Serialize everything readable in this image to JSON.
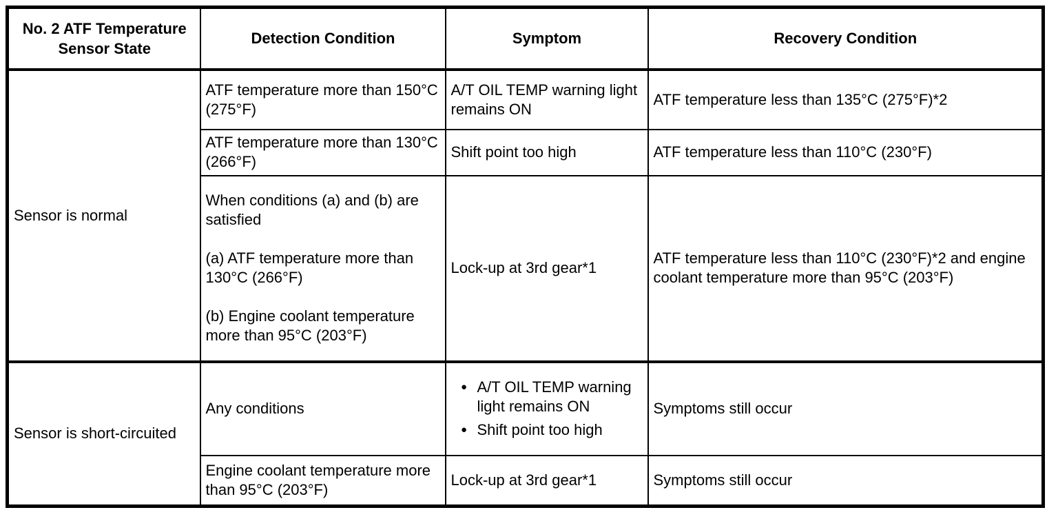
{
  "table": {
    "border_color": "#000000",
    "bullet_glyph": "●",
    "headers": {
      "state": "No. 2 ATF Temperature Sensor State",
      "detection": "Detection Condition",
      "symptom": "Symptom",
      "recovery": "Recovery Condition"
    },
    "normal": {
      "state": "Sensor is normal",
      "row1": {
        "detection": "ATF temperature more than 150°C (275°F)",
        "symptom": "A/T OIL TEMP warning light remains ON",
        "recovery": "ATF temperature less than 135°C (275°F)*2"
      },
      "row2": {
        "detection": "ATF temperature more than 130°C (266°F)",
        "symptom": "Shift point too high",
        "recovery": "ATF temperature less than 110°C (230°F)"
      },
      "row3": {
        "detection_intro": "When conditions (a) and (b) are satisfied",
        "detection_a": "(a) ATF temperature more than 130°C (266°F)",
        "detection_b": "(b) Engine coolant temperature more than 95°C (203°F)",
        "symptom": "Lock-up at 3rd gear*1",
        "recovery": "ATF temperature less than 110°C (230°F)*2 and engine coolant temperature more than 95°C (203°F)"
      }
    },
    "short": {
      "state": "Sensor is short-circuited",
      "row1": {
        "detection": "Any conditions",
        "symptom_bullets": [
          "A/T OIL TEMP warning light remains ON",
          "Shift point too high"
        ],
        "recovery": "Symptoms still occur"
      },
      "row2": {
        "detection": "Engine coolant temperature more than 95°C (203°F)",
        "symptom": "Lock-up at 3rd gear*1",
        "recovery": "Symptoms still occur"
      }
    }
  }
}
